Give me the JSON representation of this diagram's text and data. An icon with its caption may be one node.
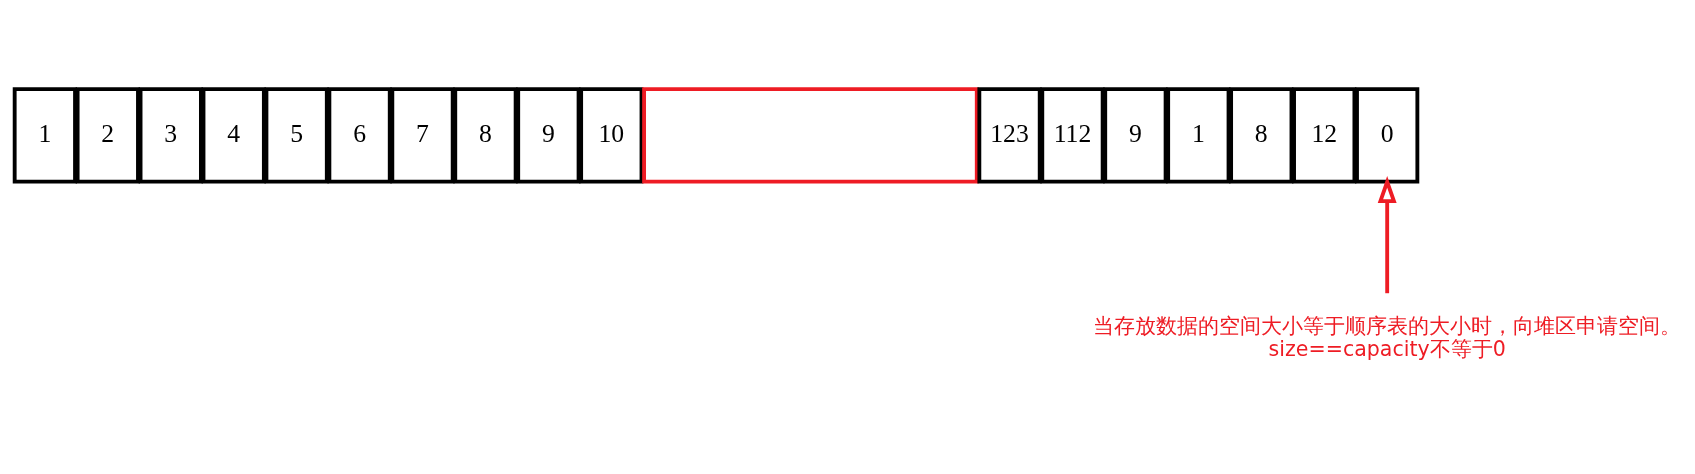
{
  "diagram": {
    "nodes": [
      {
        "text": [
          "1"
        ]
      },
      {
        "text": [
          "2"
        ]
      },
      {
        "text": [
          "3"
        ]
      },
      {
        "text": [
          "4"
        ]
      },
      {
        "text": [
          "5"
        ]
      },
      {
        "text": [
          "6"
        ]
      },
      {
        "text": [
          "7"
        ]
      },
      {
        "text": [
          "8"
        ]
      },
      {
        "text": [
          "9"
        ]
      },
      {
        "text": [
          "10"
        ]
      },
      {
        "text": [],
        "shape": "box"
      },
      {
        "text": [
          "123"
        ]
      },
      {
        "text": [
          "112"
        ]
      },
      {
        "text": [
          "9"
        ]
      },
      {
        "text": [
          "1"
        ]
      },
      {
        "text": [
          "8"
        ]
      },
      {
        "text": [
          "12"
        ]
      },
      {
        "text": [
          "0"
        ]
      },
      {
        "text": [
          "当存放数据的空间大小等于顺序表的大小时，向堆区申请空间。",
          "size==capacity不等于0"
        ]
      }
    ],
    "edges": [
      {
        "from": 18,
        "to": 17,
        "arrow": "to",
        "color": "#ee1c24"
      }
    ]
  }
}
